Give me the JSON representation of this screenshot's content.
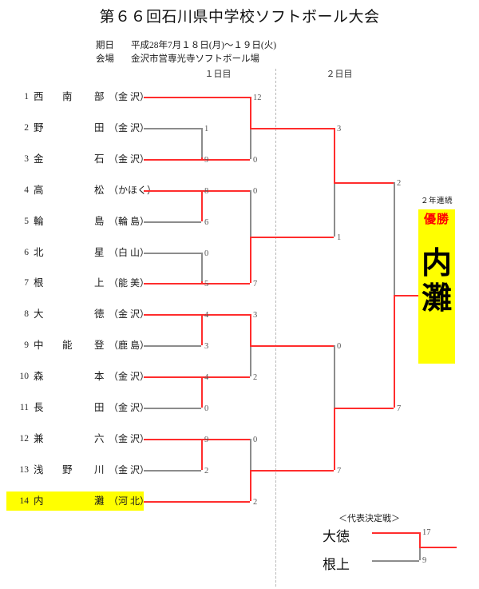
{
  "header": {
    "title": "第６６回石川県中学校ソフトボール大会",
    "date_label": "期日",
    "date_value": "平成28年7月１８日(月)～１９日(火)",
    "venue_label": "会場",
    "venue_value": "金沢市営専光寺ソフトボール場",
    "day1_label": "１日目",
    "day2_label": "２日目"
  },
  "teams": [
    {
      "seed": "1",
      "n1": "西",
      "n2": "南",
      "n3": "部",
      "pref": "（金 沢）",
      "winner": true,
      "highlight": false
    },
    {
      "seed": "2",
      "n1": "野",
      "n2": "",
      "n3": "田",
      "pref": "（金 沢）",
      "winner": false,
      "highlight": false
    },
    {
      "seed": "3",
      "n1": "金",
      "n2": "",
      "n3": "石",
      "pref": "（金 沢）",
      "winner": true,
      "highlight": false
    },
    {
      "seed": "4",
      "n1": "高",
      "n2": "",
      "n3": "松",
      "pref": "（かほく）",
      "winner": true,
      "highlight": false
    },
    {
      "seed": "5",
      "n1": "輪",
      "n2": "",
      "n3": "島",
      "pref": "（輪 島）",
      "winner": false,
      "highlight": false
    },
    {
      "seed": "6",
      "n1": "北",
      "n2": "",
      "n3": "星",
      "pref": "（白 山）",
      "winner": false,
      "highlight": false
    },
    {
      "seed": "7",
      "n1": "根",
      "n2": "",
      "n3": "上",
      "pref": "（能 美）",
      "winner": true,
      "highlight": false
    },
    {
      "seed": "8",
      "n1": "大",
      "n2": "",
      "n3": "徳",
      "pref": "（金 沢）",
      "winner": true,
      "highlight": false
    },
    {
      "seed": "9",
      "n1": "中",
      "n2": "能",
      "n3": "登",
      "pref": "（鹿 島）",
      "winner": false,
      "highlight": false
    },
    {
      "seed": "10",
      "n1": "森",
      "n2": "",
      "n3": "本",
      "pref": "（金 沢）",
      "winner": true,
      "highlight": false
    },
    {
      "seed": "11",
      "n1": "長",
      "n2": "",
      "n3": "田",
      "pref": "（金 沢）",
      "winner": false,
      "highlight": false
    },
    {
      "seed": "12",
      "n1": "兼",
      "n2": "",
      "n3": "六",
      "pref": "（金 沢）",
      "winner": true,
      "highlight": false
    },
    {
      "seed": "13",
      "n1": "浅",
      "n2": "野",
      "n3": "川",
      "pref": "（金 沢）",
      "winner": false,
      "highlight": false
    },
    {
      "seed": "14",
      "n1": "内",
      "n2": "",
      "n3": "灘",
      "pref": "（河 北）",
      "winner": true,
      "highlight": true
    }
  ],
  "scores": {
    "r1_m1_top": "1",
    "r1_m1_bot": "9",
    "r1_m2_top": "8",
    "r1_m2_bot": "6",
    "r1_m3_top": "0",
    "r1_m3_bot": "5",
    "r1_m4_top": "4",
    "r1_m4_bot": "3",
    "r1_m5_top": "4",
    "r1_m5_bot": "0",
    "r1_m6_top": "9",
    "r1_m6_bot": "2",
    "r2_m1_top": "12",
    "r2_m1_bot": "0",
    "r2_m2_top": "0",
    "r2_m2_bot": "7",
    "r2_m3_top": "3",
    "r2_m3_bot": "2",
    "r2_m4_top": "0",
    "r2_m4_bot": "2",
    "sf_top": "3",
    "sf_bot": "1",
    "sf2_top": "0",
    "sf2_bot": "7",
    "final_top": "2",
    "final_bot": "7"
  },
  "champion": {
    "superscript": "２年連続",
    "label": "優勝",
    "name": "内灘"
  },
  "playoff": {
    "title": "＜代表決定戦＞",
    "team_top": "大徳",
    "team_bottom": "根上",
    "score_top": "17",
    "score_bottom": "9"
  },
  "colors": {
    "winner_line": "#ff2d2d",
    "loser_line": "#8c8c8c",
    "highlight": "#ffff00",
    "champion_label": "#ff0000"
  }
}
